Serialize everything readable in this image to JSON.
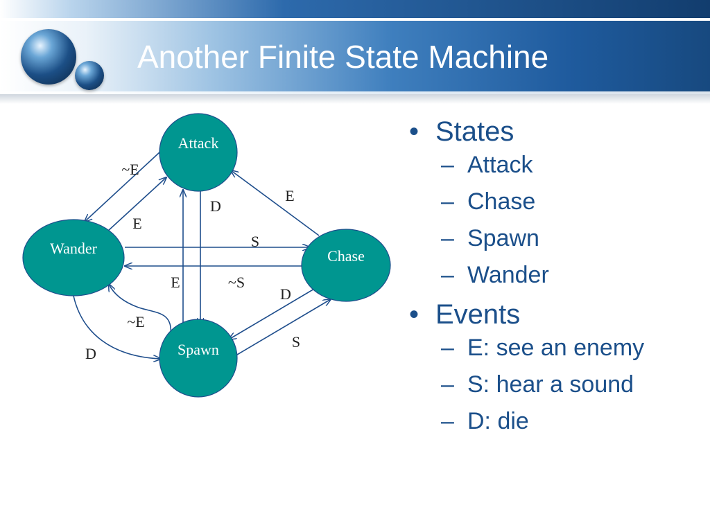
{
  "slide": {
    "title": "Another Finite State Machine"
  },
  "colors": {
    "node_fill": "#009690",
    "edge_stroke": "#1f4e8c",
    "bullet_text": "#1b4f8a",
    "title_text": "#ffffff"
  },
  "diagram": {
    "states": [
      "Attack",
      "Wander",
      "Chase",
      "Spawn"
    ],
    "transitions": [
      {
        "from": "Attack",
        "to": "Wander",
        "event": "~E"
      },
      {
        "from": "Wander",
        "to": "Attack",
        "event": "E"
      },
      {
        "from": "Chase",
        "to": "Attack",
        "event": "E"
      },
      {
        "from": "Attack",
        "to": "Spawn",
        "event": "D"
      },
      {
        "from": "Spawn",
        "to": "Attack",
        "event": "E"
      },
      {
        "from": "Wander",
        "to": "Chase",
        "event": "S"
      },
      {
        "from": "Chase",
        "to": "Wander",
        "event": "~S"
      },
      {
        "from": "Chase",
        "to": "Spawn",
        "event": "D"
      },
      {
        "from": "Spawn",
        "to": "Chase",
        "event": "S"
      },
      {
        "from": "Spawn",
        "to": "Wander",
        "event": "~E"
      },
      {
        "from": "Wander",
        "to": "Spawn",
        "event": "D"
      }
    ]
  },
  "bullets": {
    "states_heading": "States",
    "states": [
      "Attack",
      "Chase",
      "Spawn",
      "Wander"
    ],
    "events_heading": "Events",
    "events": [
      "E: see an enemy",
      "S: hear a sound",
      "D: die"
    ],
    "bullet_symbol": "•",
    "dash_symbol": "–"
  }
}
